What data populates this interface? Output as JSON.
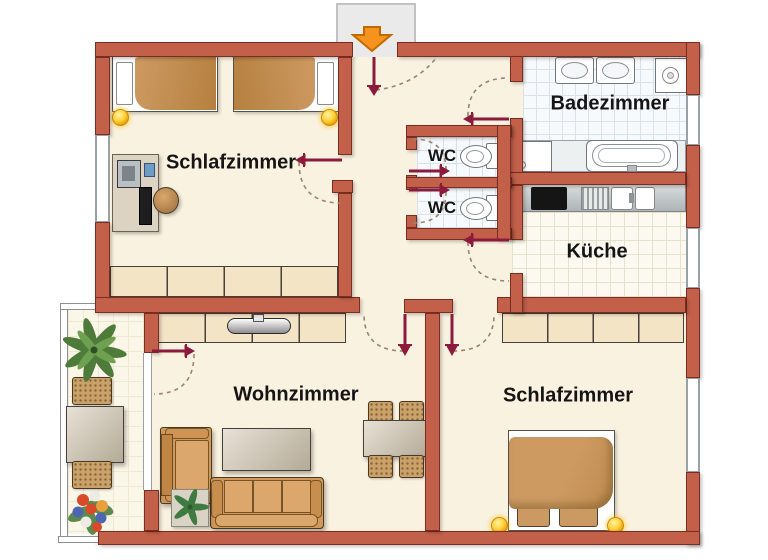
{
  "floor_plan": {
    "rooms": [
      {
        "name": "bedroom-top",
        "label": "Schlafzimmer"
      },
      {
        "name": "bathroom",
        "label": "Badezimmer"
      },
      {
        "name": "wc-top",
        "label": "WC"
      },
      {
        "name": "wc-bottom",
        "label": "WC"
      },
      {
        "name": "kitchen",
        "label": "Küche"
      },
      {
        "name": "living-room",
        "label": "Wohnzimmer"
      },
      {
        "name": "bedroom-bottom",
        "label": "Schlafzimmer"
      }
    ],
    "colors": {
      "wall": "#C2604A",
      "wall_outline": "#7A2D21",
      "floor_cream": "#FAF2E0",
      "door_symbol": "#8C1A3C",
      "entrance_arrow": "#F6921E",
      "lamp_yellow": "#FFD23E"
    }
  }
}
